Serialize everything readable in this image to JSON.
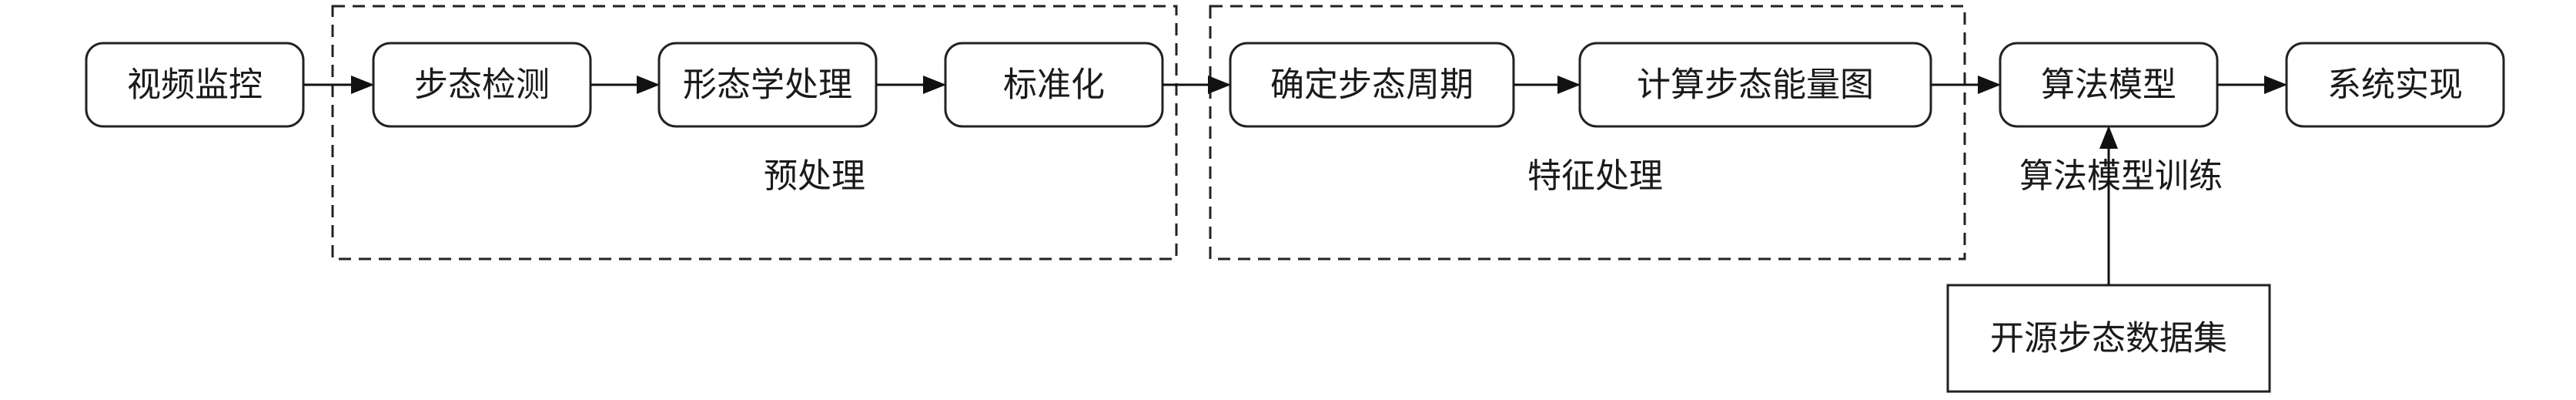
{
  "nodes": {
    "video_monitor": "视频监控",
    "gait_detection": "步态检测",
    "morphology": "形态学处理",
    "normalization": "标准化",
    "gait_period": "确定步态周期",
    "gait_energy": "计算步态能量图",
    "algorithm_model": "算法模型",
    "system_impl": "系统实现",
    "open_dataset": "开源步态数据集"
  },
  "groups": {
    "preprocessing": "预处理",
    "feature_processing": "特征处理",
    "model_training": "算法模型训练"
  },
  "colors": {
    "stroke": "#222222",
    "text": "#1a1a1a",
    "background": "#ffffff"
  }
}
